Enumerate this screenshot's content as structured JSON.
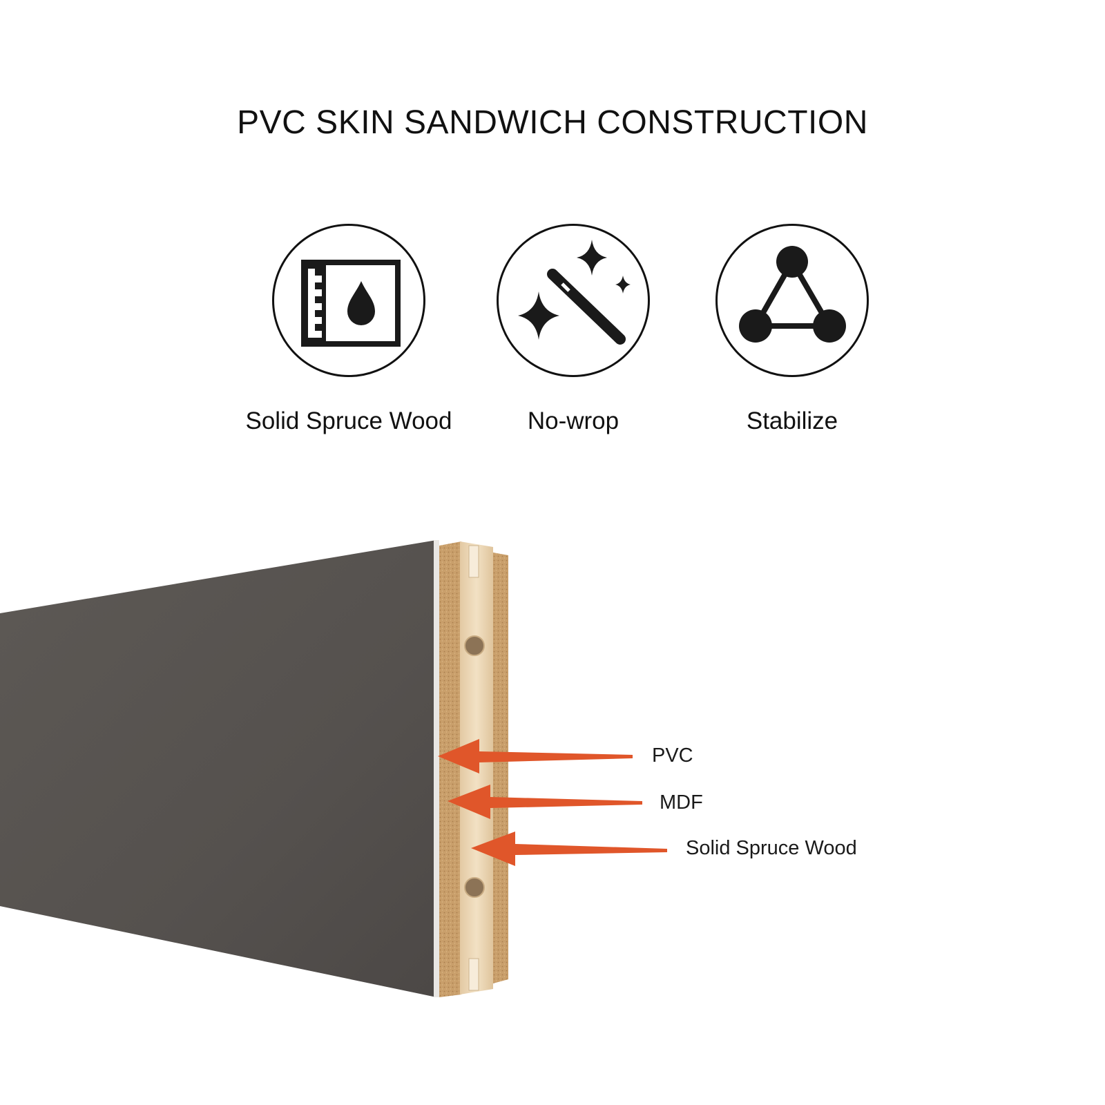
{
  "title": "PVC SKIN SANDWICH CONSTRUCTION",
  "features": [
    {
      "label": "Solid Spruce Wood",
      "icon": "moisture-proof-icon"
    },
    {
      "label": "No-wrop",
      "icon": "magic-wand-icon"
    },
    {
      "label": "Stabilize",
      "icon": "triangle-network-icon"
    }
  ],
  "callouts": [
    {
      "label": "PVC"
    },
    {
      "label": "MDF"
    },
    {
      "label": "Solid Spruce Wood"
    }
  ],
  "colors": {
    "panel_face": "#575350",
    "mdf": "#c9a06a",
    "spruce": "#ecd7b6",
    "arrow": "#e0562a",
    "icon": "#1a1a1a"
  }
}
